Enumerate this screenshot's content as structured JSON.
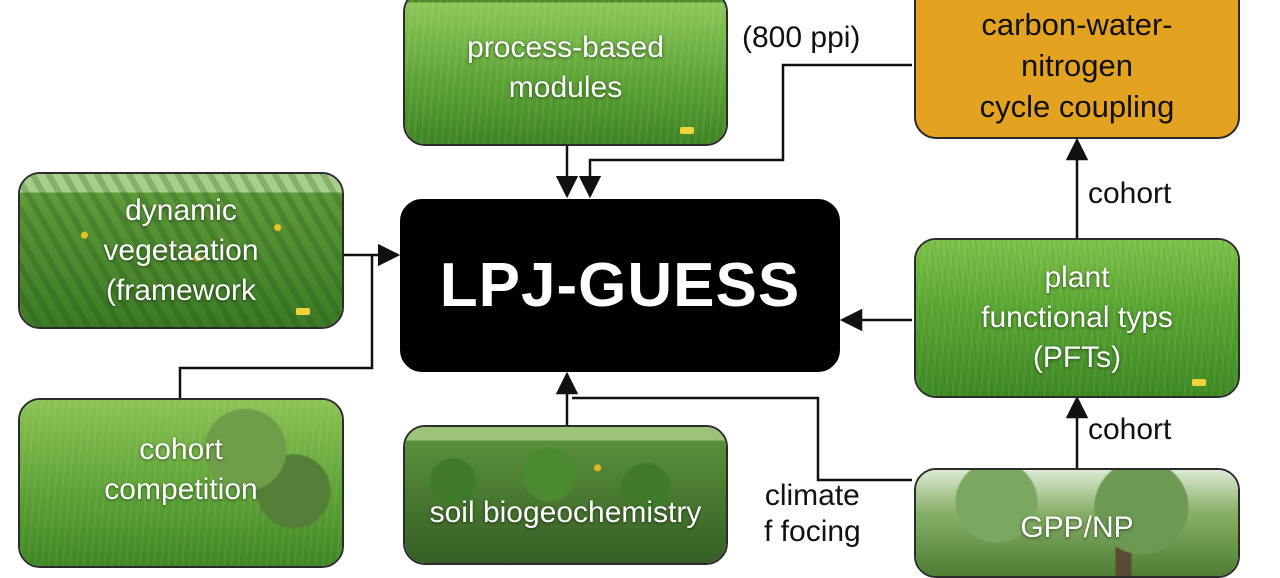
{
  "center": {
    "label": "LPJ-GUESS"
  },
  "nodes": {
    "process_modules": "process-based\nmodules",
    "carbon_cycle": "carbon-water-\nnitrogen\ncycle coupling",
    "dynamic_vegetation": "dynamic\nvegetaation\n(framework",
    "plant_functional_types": "plant\nfunctional typs\n(PFTs)",
    "cohort_competition": "cohort\ncompetition",
    "soil_biogeochemistry": "soil biogeochemistry",
    "gpp_np": "GPP/NP"
  },
  "edge_labels": {
    "ppi": "(800 ppi)",
    "cohort_upper": "cohort",
    "cohort_lower": "cohort",
    "climate_forcing": "climate\nf focing"
  },
  "colors": {
    "center_box": "#000000",
    "carbon_box": "#e3a320",
    "edge": "#111111",
    "photo_tag": "#f2d23a"
  }
}
